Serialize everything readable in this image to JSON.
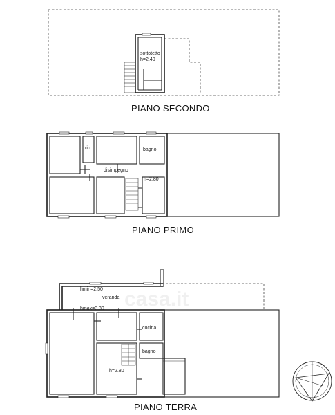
{
  "floors": {
    "second": {
      "title": "PIANO SECONDO",
      "rooms": {
        "sottotetto": "sottotetto",
        "height": "h=2.40"
      }
    },
    "first": {
      "title": "PIANO PRIMO",
      "rooms": {
        "rip": "rip.",
        "bagno": "bagno",
        "disimpegno": "disimpegno",
        "height": "h=2.80"
      }
    },
    "ground": {
      "title": "PIANO TERRA",
      "rooms": {
        "hmin": "hmin=2.50",
        "veranda": "veranda",
        "hmax": "hmax=3.30",
        "cucina": "cucina",
        "bagno": "bagno",
        "height": "h=2.80"
      }
    }
  },
  "watermark": "casa.it"
}
